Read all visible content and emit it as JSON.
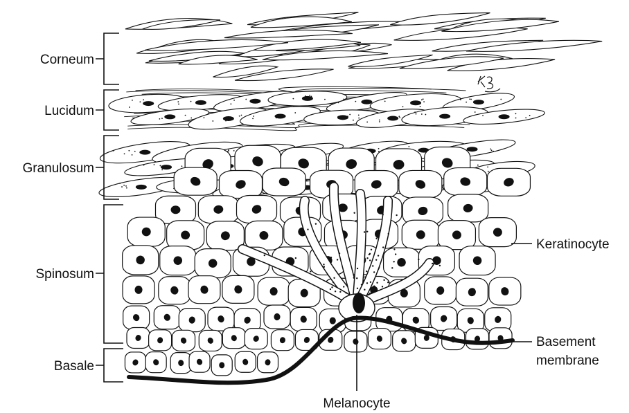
{
  "labels": {
    "corneum": "Corneum",
    "lucidum": "Lucidum",
    "granulosum": "Granulosum",
    "spinosum": "Spinosum",
    "basale": "Basale",
    "keratinocyte": "Keratinocyte",
    "basement_line1": "Basement",
    "basement_line2": "membrane",
    "melanocyte": "Melanocyte"
  },
  "colors": {
    "ink": "#111111",
    "background": "#ffffff"
  },
  "signature": "KB"
}
